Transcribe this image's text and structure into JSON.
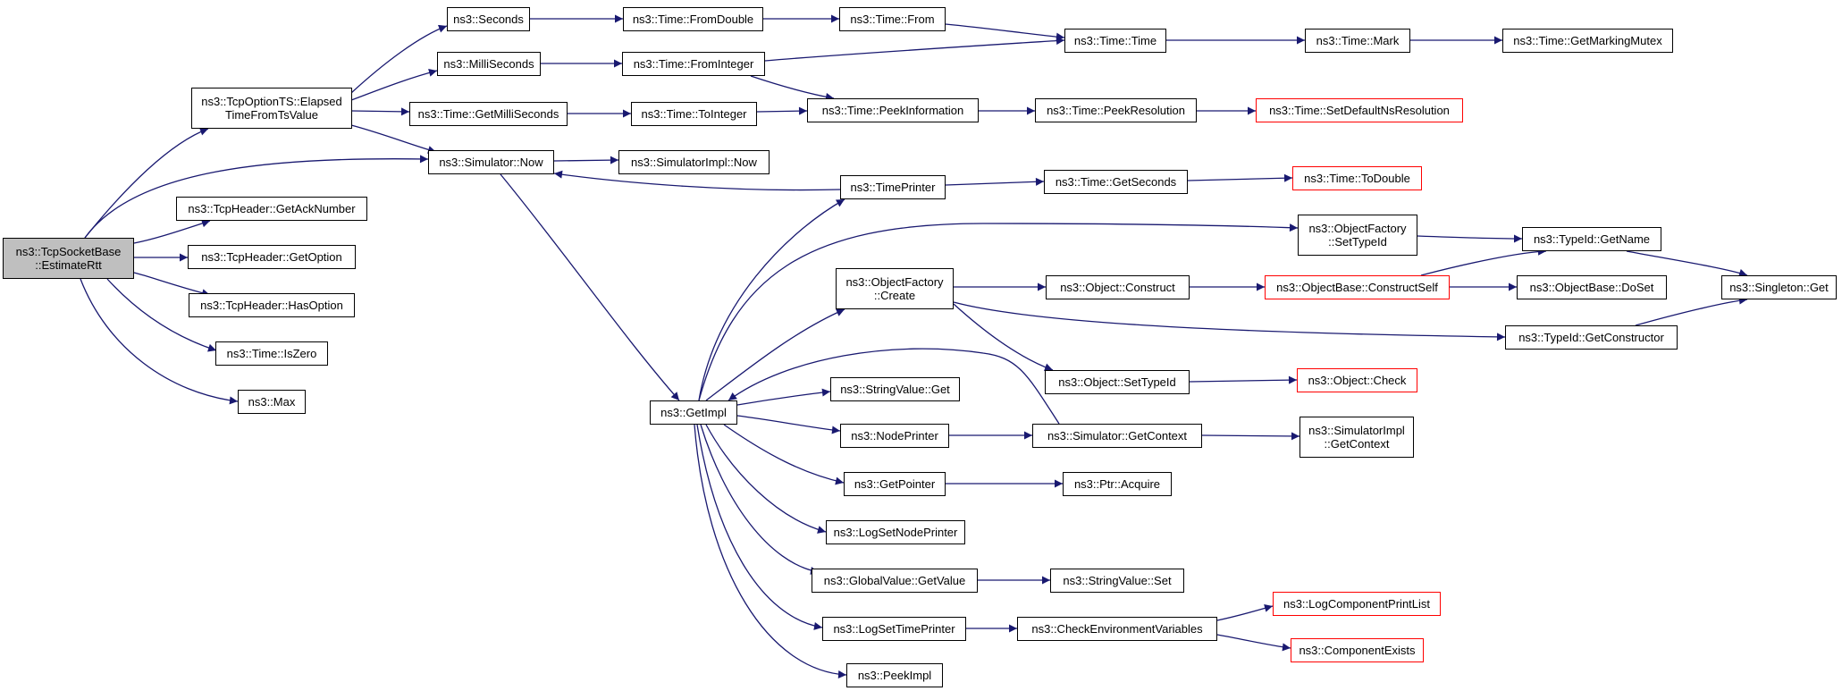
{
  "diagram": {
    "colors": {
      "edge": "#191970",
      "node_border": "#000000",
      "truncated_border": "#ff0000",
      "root_fill": "#bfbfbf"
    },
    "nodes": {
      "estimate_rtt": {
        "label": "ns3::TcpSocketBase\n::EstimateRtt",
        "root": true
      },
      "tcp_option_ts": {
        "label": "ns3::TcpOptionTS::Elapsed\nTimeFromTsValue"
      },
      "get_ack_number": {
        "label": "ns3::TcpHeader::GetAckNumber"
      },
      "get_option": {
        "label": "ns3::TcpHeader::GetOption"
      },
      "has_option": {
        "label": "ns3::TcpHeader::HasOption"
      },
      "is_zero": {
        "label": "ns3::Time::IsZero"
      },
      "max": {
        "label": "ns3::Max"
      },
      "seconds": {
        "label": "ns3::Seconds"
      },
      "milli_seconds": {
        "label": "ns3::MilliSeconds"
      },
      "get_milli_seconds": {
        "label": "ns3::Time::GetMilliSeconds"
      },
      "simulator_now": {
        "label": "ns3::Simulator::Now"
      },
      "from_double": {
        "label": "ns3::Time::FromDouble"
      },
      "from_integer": {
        "label": "ns3::Time::FromInteger"
      },
      "to_integer": {
        "label": "ns3::Time::ToInteger"
      },
      "simulator_impl_now": {
        "label": "ns3::SimulatorImpl::Now"
      },
      "time_from": {
        "label": "ns3::Time::From"
      },
      "peek_information": {
        "label": "ns3::Time::PeekInformation"
      },
      "time_printer": {
        "label": "ns3::TimePrinter"
      },
      "time_time": {
        "label": "ns3::Time::Time"
      },
      "peek_resolution": {
        "label": "ns3::Time::PeekResolution"
      },
      "get_seconds": {
        "label": "ns3::Time::GetSeconds"
      },
      "time_mark": {
        "label": "ns3::Time::Mark"
      },
      "set_default_ns_resolution": {
        "label": "ns3::Time::SetDefaultNsResolution",
        "truncated": true
      },
      "to_double": {
        "label": "ns3::Time::ToDouble",
        "truncated": true
      },
      "get_marking_mutex": {
        "label": "ns3::Time::GetMarkingMutex"
      },
      "get_impl": {
        "label": "ns3::GetImpl"
      },
      "object_factory_create": {
        "label": "ns3::ObjectFactory\n::Create"
      },
      "string_value_get": {
        "label": "ns3::StringValue::Get"
      },
      "node_printer": {
        "label": "ns3::NodePrinter"
      },
      "get_pointer": {
        "label": "ns3::GetPointer"
      },
      "log_set_node_printer": {
        "label": "ns3::LogSetNodePrinter"
      },
      "global_value_get_value": {
        "label": "ns3::GlobalValue::GetValue"
      },
      "log_set_time_printer": {
        "label": "ns3::LogSetTimePrinter"
      },
      "peek_impl": {
        "label": "ns3::PeekImpl"
      },
      "object_factory_set_type_id": {
        "label": "ns3::ObjectFactory\n::SetTypeId"
      },
      "object_construct": {
        "label": "ns3::Object::Construct"
      },
      "object_set_type_id": {
        "label": "ns3::Object::SetTypeId"
      },
      "simulator_get_context": {
        "label": "ns3::Simulator::GetContext"
      },
      "ptr_acquire": {
        "label": "ns3::Ptr::Acquire"
      },
      "string_value_set": {
        "label": "ns3::StringValue::Set"
      },
      "check_environment_variables": {
        "label": "ns3::CheckEnvironmentVariables"
      },
      "type_id_get_name": {
        "label": "ns3::TypeId::GetName"
      },
      "object_base_construct_self": {
        "label": "ns3::ObjectBase::ConstructSelf",
        "truncated": true
      },
      "object_base_do_set": {
        "label": "ns3::ObjectBase::DoSet"
      },
      "type_id_get_constructor": {
        "label": "ns3::TypeId::GetConstructor"
      },
      "object_check": {
        "label": "ns3::Object::Check",
        "truncated": true
      },
      "simulator_impl_get_context": {
        "label": "ns3::SimulatorImpl\n::GetContext"
      },
      "log_component_print_list": {
        "label": "ns3::LogComponentPrintList",
        "truncated": true
      },
      "component_exists": {
        "label": "ns3::ComponentExists",
        "truncated": true
      },
      "singleton_get": {
        "label": "ns3::Singleton::Get"
      }
    }
  }
}
